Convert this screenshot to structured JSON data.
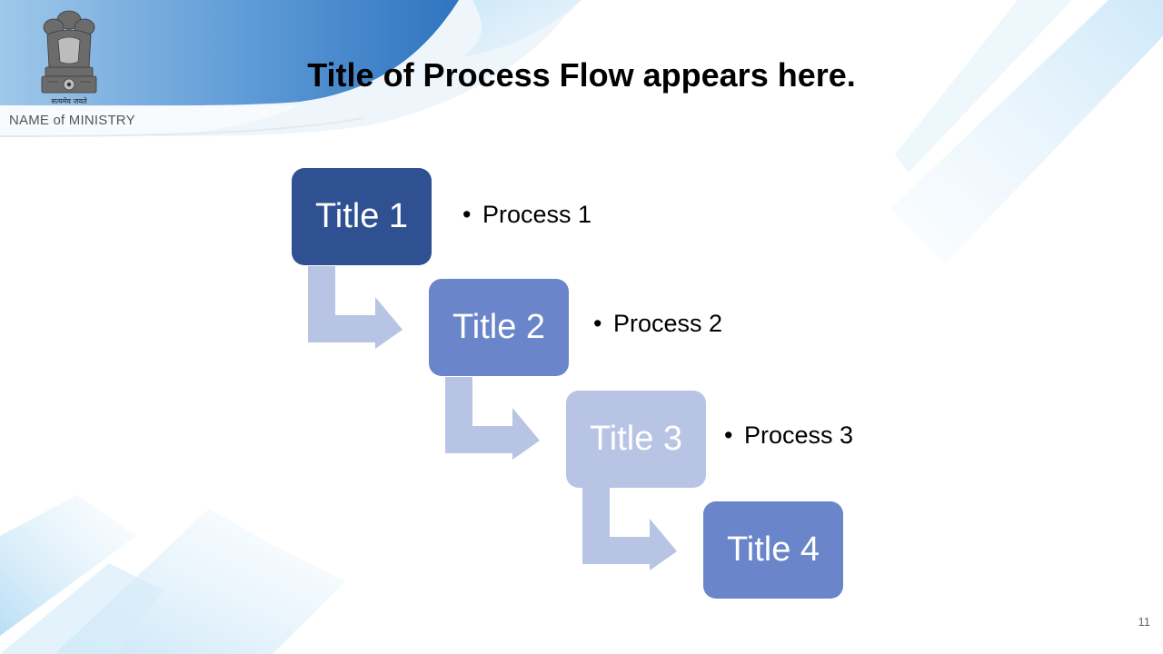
{
  "header": {
    "motto": "सत्यमेव जयते",
    "ministry": "NAME of MINISTRY",
    "title": "Title of Process Flow appears here."
  },
  "flow": {
    "steps": [
      {
        "title": "Title 1",
        "process": "Process 1",
        "color": "#2f5091"
      },
      {
        "title": "Title 2",
        "process": "Process 2",
        "color": "#6a85c9"
      },
      {
        "title": "Title 3",
        "process": "Process 3",
        "color": "#b8c4e4"
      },
      {
        "title": "Title 4",
        "color": "#6a85c9"
      }
    ],
    "bullet": "•",
    "arrow_color": "#b8c4e4"
  },
  "footer": {
    "page_number": "11"
  },
  "colors": {
    "accent_blue": "#4a86c8",
    "light_blue": "#dbeefb"
  }
}
